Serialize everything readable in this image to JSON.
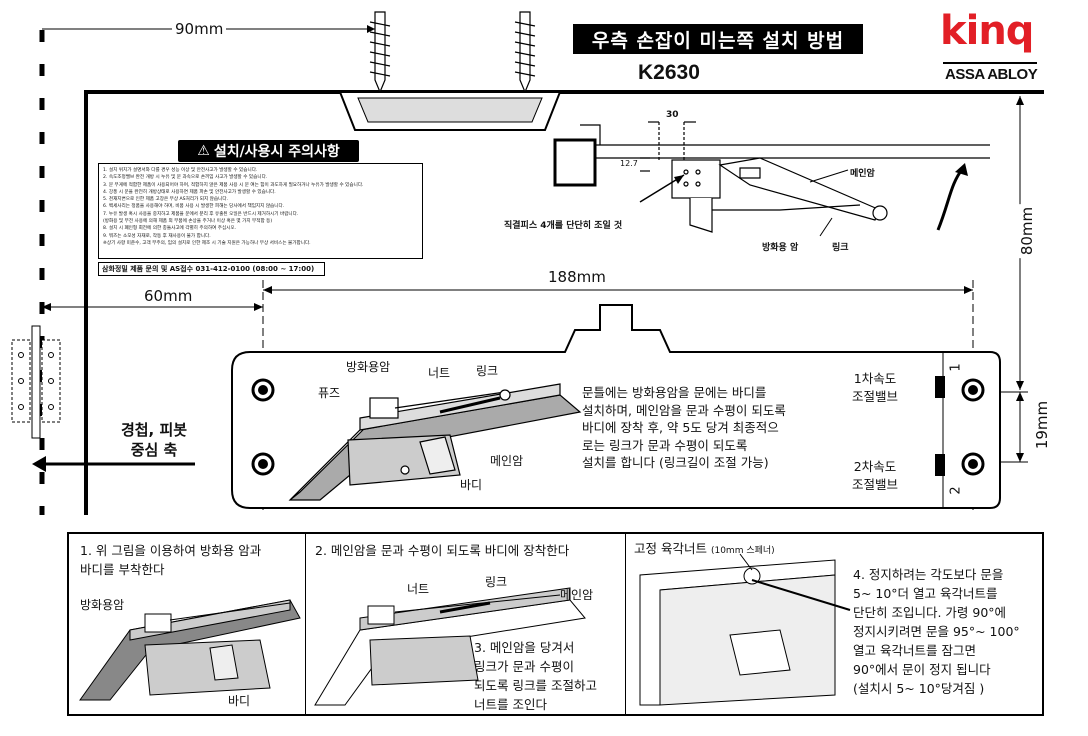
{
  "header": {
    "title": "우측 손잡이 미는쪽 설치 방법",
    "model": "K2630",
    "logo_text": "kinq",
    "logo_sub": "ASSA ABLOY",
    "brand_color": "#e21f26"
  },
  "dimensions": {
    "d90": "90mm",
    "d60": "60mm",
    "d188": "188mm",
    "d80": "80mm",
    "d19": "19mm",
    "d30": "30",
    "d12_7": "12.7"
  },
  "warning": {
    "heading": "설치/사용시 주의사항",
    "lines": [
      "1. 설치 위치가 설명서와 다를 경우 성능 이상 및 안전사고가 발생할 수 있습니다.",
      "2. 속도조정밸브 완전 개방 시 누유 및 문 과속으로 손끼임 사고가 발생할 수 있습니다.",
      "3. 문 무게에 적합한 제품이 사용되어야 하며, 적합하지 않은 제품 사용 시 문 여는 힘이 과도하게 필요하거나 누유가 발생할 수 있습니다.",
      "4. 강풍 시 문을 완전히 개방상태로 사용하면 제품 파손 및 안전사고가 발생할 수 있습니다.",
      "5. 천재지변으로 인한 제품 고장은 무상 AS처리가 되지 않습니다.",
      "6. 백세사리는 정품을 사용해야 하며, 비품 사용 시 발생한 피해는 당사에서 책임지지 않습니다.",
      "7. 누유 발생 혹시 사용을 중지하고 제품을 문에서 분리 후 유출된 오일은 반드시 제거하시기 바랍니다.",
      "   (방화용 및 부전 사용에 의해 제품 외 부품에 손상을 주거나 이상 혹은 몇 가지 부적합 등)",
      "8. 설치 시 폐인형 회전에 의한 충돌사고에 각별히 주의하여 주십시오.",
      "9. 뭐즈는 소모성 자재로, 작동 후 재사용이 불가 합니다.",
      "   ※상기 사항 미준수, 고객 부주의, 임의 설치로 인한 제조 시 기술 지원은 가능하나 무상 서비스는 불가합니다."
    ],
    "contact": "삼화정밀 제품 문의 및 AS접수 031-412-0100 (08:00 ~ 17:00)"
  },
  "top_diagram": {
    "main_arm": "메인암",
    "fire_arm": "방화용 암",
    "link": "링크",
    "screw_note": "직결피스 4개를 단단히 조일 것"
  },
  "main_diagram": {
    "fire_arm": "방화용암",
    "nut": "너트",
    "link": "링크",
    "fuse": "퓨즈",
    "main_arm": "메인암",
    "body": "바디",
    "valve1_num": "1",
    "valve2_num": "2",
    "valve1": [
      "1차속도",
      "조절밸브"
    ],
    "valve2": [
      "2차속도",
      "조절밸브"
    ],
    "axis": [
      "경첩, 피봇",
      "중심 축"
    ],
    "description": [
      "문틀에는 방화용암을 문에는 바디를",
      "설치하며, 메인암을 문과 수평이 되도록",
      "바디에 장착 후, 약 5도 당겨 최종적으",
      "로는 링크가 문과 수평이 되도록",
      "설치를 합니다 (링크길이 조절 가능)"
    ]
  },
  "steps": {
    "s1": [
      "1. 위 그림을 이용하여 방화용 암과",
      "바디를 부착한다"
    ],
    "s1_fire_arm": "방화용암",
    "s1_body": "바디",
    "s2": "2. 메인암을 문과 수평이 되도록 바디에 장착한다",
    "s2_nut": "너트",
    "s2_link": "링크",
    "s2_main_arm": "메인암",
    "s3": [
      "3. 메인암을 당겨서",
      "링크가 문과 수평이",
      "되도록 링크를 조절하고",
      "너트를 조인다"
    ],
    "s4_head": "고정 육각너트",
    "s4_head_small": "(10mm 스페너)",
    "s4": [
      "4. 정지하려는 각도보다 문을",
      "5~ 10°더   열고 육각너트를",
      "단단히 조입니다. 가령 90°에",
      "정지시키려면 문을 95°~   100°",
      "열고 육각너트를 잠그면",
      "90°에서   문이 정지 됩니다",
      "(설치시 5~ 10°당겨짐 )"
    ]
  }
}
